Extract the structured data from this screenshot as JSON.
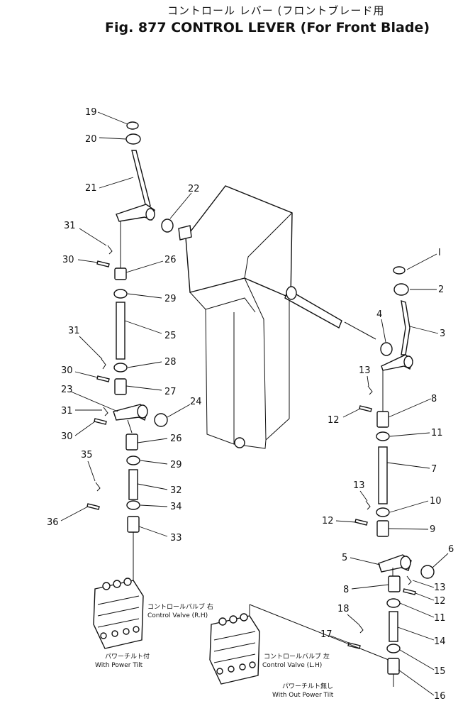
{
  "title": {
    "japanese": "コントロール レバー (フロントブレード用",
    "english": "Fig. 877 CONTROL LEVER (For Front Blade)"
  },
  "valve_labels": {
    "rh_jp": "コントロールバルブ 右",
    "rh_en": "Control Valve (R.H)",
    "lh_jp": "コントロールバルブ 左",
    "lh_en": "Control Valve (L.H)",
    "with_tilt_jp": "パワーチルト付",
    "with_tilt_en": "With Power Tilt",
    "without_tilt_jp": "パワーチルト無し",
    "without_tilt_en": "With Out Power Tilt"
  },
  "callouts": [
    {
      "id": "c19",
      "label": "19"
    },
    {
      "id": "c20",
      "label": "20"
    },
    {
      "id": "c21",
      "label": "21"
    },
    {
      "id": "c22",
      "label": "22"
    },
    {
      "id": "c31a",
      "label": "31"
    },
    {
      "id": "c30a",
      "label": "30"
    },
    {
      "id": "c26a",
      "label": "26"
    },
    {
      "id": "c29a",
      "label": "29"
    },
    {
      "id": "c25",
      "label": "25"
    },
    {
      "id": "c31b",
      "label": "31"
    },
    {
      "id": "c28",
      "label": "28"
    },
    {
      "id": "c30b",
      "label": "30"
    },
    {
      "id": "c27",
      "label": "27"
    },
    {
      "id": "c23",
      "label": "23"
    },
    {
      "id": "c31c",
      "label": "31"
    },
    {
      "id": "c24",
      "label": "24"
    },
    {
      "id": "c30c",
      "label": "30"
    },
    {
      "id": "c26b",
      "label": "26"
    },
    {
      "id": "c35",
      "label": "35"
    },
    {
      "id": "c29b",
      "label": "29"
    },
    {
      "id": "c32",
      "label": "32"
    },
    {
      "id": "c36",
      "label": "36"
    },
    {
      "id": "c34",
      "label": "34"
    },
    {
      "id": "c33",
      "label": "33"
    },
    {
      "id": "c1",
      "label": "I"
    },
    {
      "id": "c2",
      "label": "2"
    },
    {
      "id": "c4",
      "label": "4"
    },
    {
      "id": "c3",
      "label": "3"
    },
    {
      "id": "c13a",
      "label": "13"
    },
    {
      "id": "c8a",
      "label": "8"
    },
    {
      "id": "c12a",
      "label": "12"
    },
    {
      "id": "c11a",
      "label": "11"
    },
    {
      "id": "c7",
      "label": "7"
    },
    {
      "id": "c13b",
      "label": "13"
    },
    {
      "id": "c10",
      "label": "10"
    },
    {
      "id": "c12b",
      "label": "12"
    },
    {
      "id": "c9",
      "label": "9"
    },
    {
      "id": "c6",
      "label": "6"
    },
    {
      "id": "c5",
      "label": "5"
    },
    {
      "id": "c8b",
      "label": "8"
    },
    {
      "id": "c13c",
      "label": "13"
    },
    {
      "id": "c12c",
      "label": "12"
    },
    {
      "id": "c11b",
      "label": "11"
    },
    {
      "id": "c18",
      "label": "18"
    },
    {
      "id": "c14",
      "label": "14"
    },
    {
      "id": "c17",
      "label": "17"
    },
    {
      "id": "c15",
      "label": "15"
    },
    {
      "id": "c16",
      "label": "16"
    }
  ]
}
